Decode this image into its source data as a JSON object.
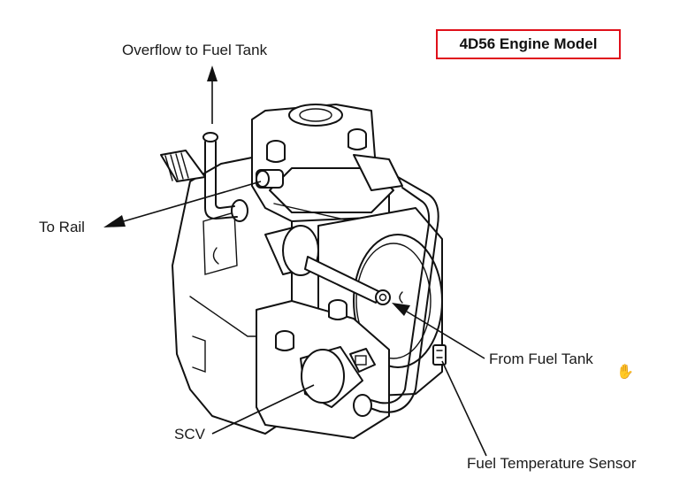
{
  "title": "4D56 Engine Model",
  "labels": {
    "overflow": "Overflow to Fuel Tank",
    "to_rail": "To  Rail",
    "from_tank": "From Fuel Tank",
    "scv": "SCV",
    "fuel_temp_sensor": "Fuel Temperature Sensor"
  },
  "colors": {
    "title_border": "#e0101a",
    "line": "#111111",
    "background": "#ffffff"
  },
  "cursor": "hand-grab-cursor"
}
